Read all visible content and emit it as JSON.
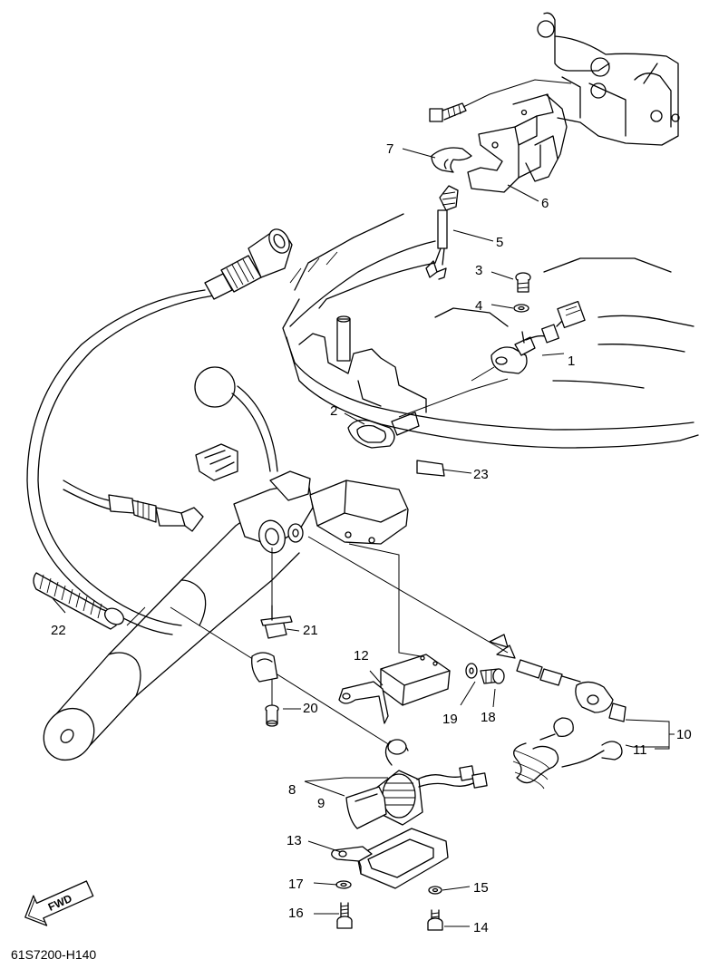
{
  "diagram_code": "61S7200-H140",
  "direction_label": "FWD",
  "parts": [
    {
      "num": "1"
    },
    {
      "num": "2"
    },
    {
      "num": "3"
    },
    {
      "num": "4"
    },
    {
      "num": "5"
    },
    {
      "num": "6"
    },
    {
      "num": "7"
    },
    {
      "num": "8"
    },
    {
      "num": "9"
    },
    {
      "num": "10"
    },
    {
      "num": "11"
    },
    {
      "num": "12"
    },
    {
      "num": "13"
    },
    {
      "num": "14"
    },
    {
      "num": "15"
    },
    {
      "num": "16"
    },
    {
      "num": "17"
    },
    {
      "num": "18"
    },
    {
      "num": "19"
    },
    {
      "num": "20"
    },
    {
      "num": "21"
    },
    {
      "num": "22"
    },
    {
      "num": "23"
    }
  ]
}
